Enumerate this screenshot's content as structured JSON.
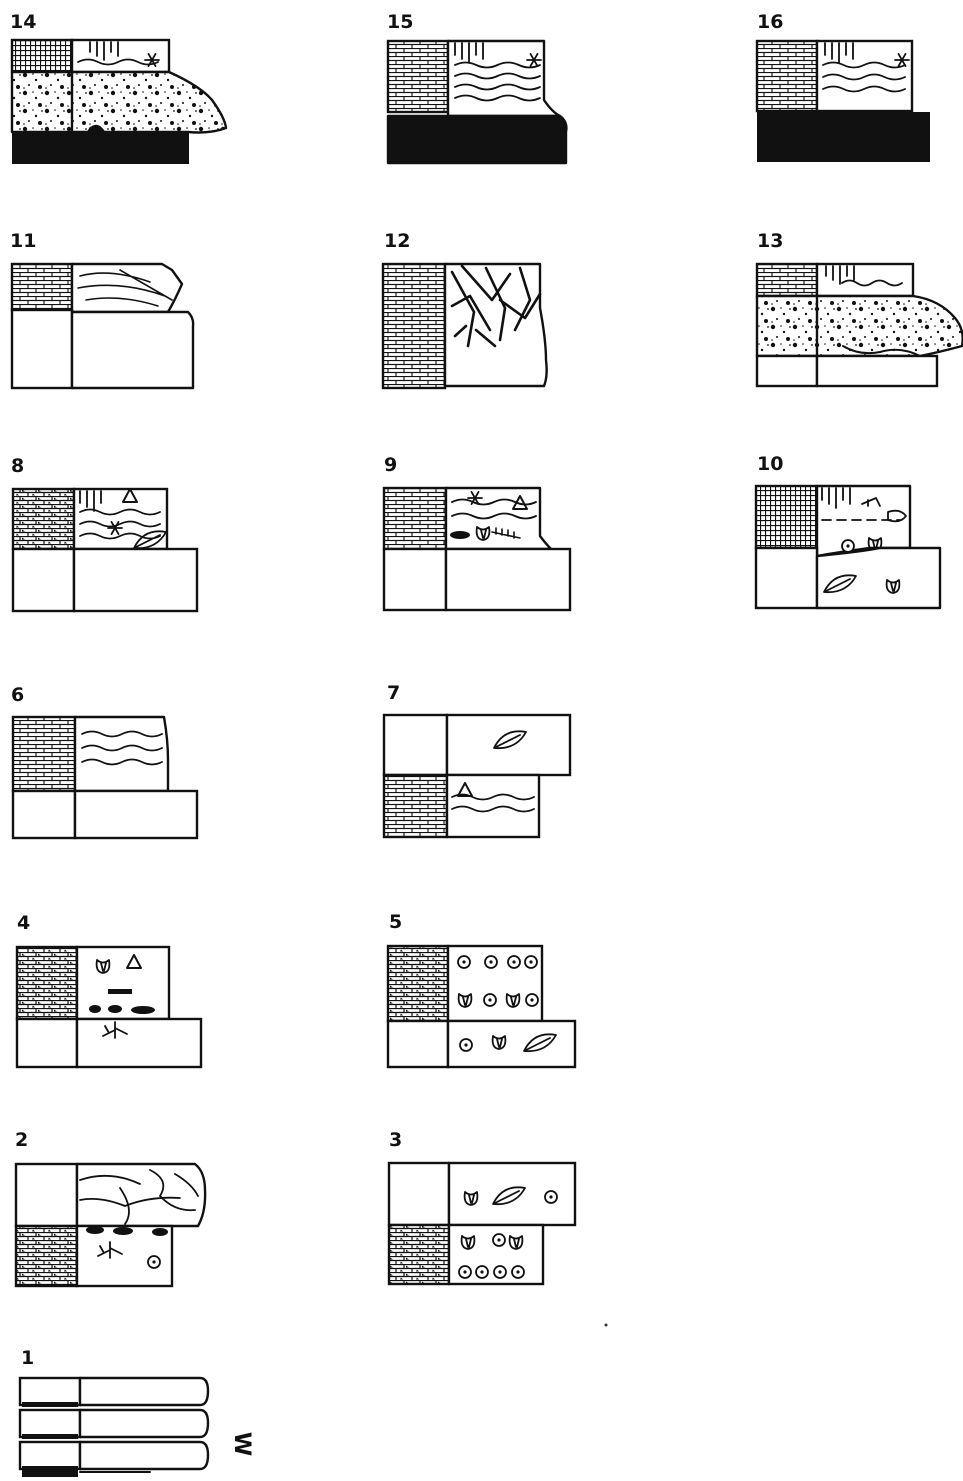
{
  "panels": [
    {
      "id": "p14",
      "label": "14"
    },
    {
      "id": "p15",
      "label": "15"
    },
    {
      "id": "p16",
      "label": "16"
    },
    {
      "id": "p11",
      "label": "11"
    },
    {
      "id": "p12",
      "label": "12"
    },
    {
      "id": "p13",
      "label": "13"
    },
    {
      "id": "p8",
      "label": "8"
    },
    {
      "id": "p9",
      "label": "9"
    },
    {
      "id": "p10",
      "label": "10"
    },
    {
      "id": "p6",
      "label": "6"
    },
    {
      "id": "p7",
      "label": "7"
    },
    {
      "id": "p4",
      "label": "4"
    },
    {
      "id": "p5",
      "label": "5"
    },
    {
      "id": "p2",
      "label": "2"
    },
    {
      "id": "p3",
      "label": "3"
    },
    {
      "id": "p1",
      "label": "1"
    }
  ],
  "side_mark": "W",
  "legend_symbols": [
    "limestone",
    "shale",
    "coal",
    "sandstone",
    "burrow-star",
    "fossil-shell",
    "leaf-fossil",
    "root-trace",
    "concretion",
    "ostracode-circle",
    "triangle-marker"
  ]
}
